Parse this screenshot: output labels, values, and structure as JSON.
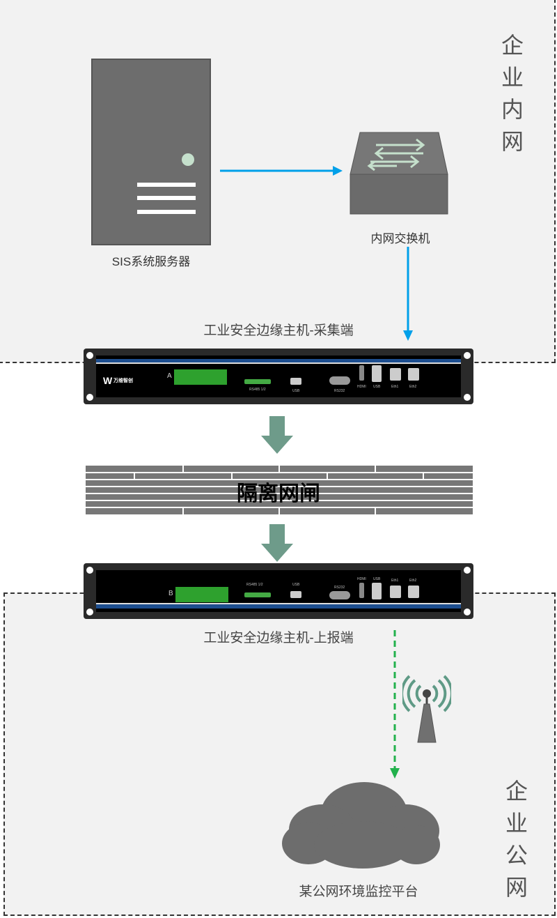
{
  "zones": {
    "intranet": "企业内网",
    "public": "企业公网"
  },
  "nodes": {
    "server": "SIS系统服务器",
    "switch": "内网交换机",
    "collector": "工业安全边缘主机-采集端",
    "gatekeeper": "隔离网闸",
    "reporter": "工业安全边缘主机-上报端",
    "platform": "某公网环境监控平台"
  },
  "device_panel": {
    "collector_id": "A",
    "reporter_id": "B",
    "ports": [
      "RS485 1/2",
      "USB",
      "RS232",
      "HDMI",
      "USB",
      "Eth1",
      "Eth2"
    ],
    "brand": "万维智创"
  },
  "colors": {
    "arrow_blue": "#00a0e9",
    "arrow_green": "#22b14c",
    "block_arrow": "#6e9b8a",
    "device_gray": "#6d6d6d"
  }
}
